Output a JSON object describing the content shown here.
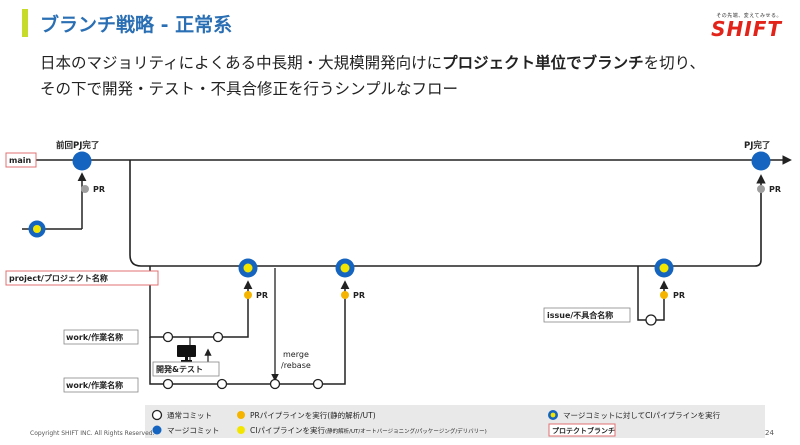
{
  "header": {
    "title": "ブランチ戦略 - 正常系",
    "logo_tagline": "その先端、変えてみせる。",
    "logo_text": "SHIFT"
  },
  "description": {
    "line1_pre": "日本のマジョリティによくある中長期・大規模開発向けに",
    "line1_bold": "プロジェクト単位でブランチ",
    "line1_post": "を切り、",
    "line2": "その下で開発・テスト・不具合修正を行うシンプルなフロー"
  },
  "diagram": {
    "labels": {
      "main": "main",
      "project": "project/プロジェクト名称",
      "work1": "work/作業名称",
      "work2": "work/作業名称",
      "issue": "issue/不具合名称",
      "prev_pj_done": "前回PJ完了",
      "pj_done": "PJ完了",
      "dev_test": "開発&テスト",
      "merge_rebase_1": "merge",
      "merge_rebase_2": "/rebase",
      "pr": "PR"
    }
  },
  "legend": {
    "normal_commit": "通常コミット",
    "merge_commit": "マージコミット",
    "pr_pipeline": "PRパイプラインを実行(静的解析/UT)",
    "ci_pipeline_main": "CIパイプラインを実行",
    "ci_pipeline_detail": "(静的解析/UT/オートバージョニング/パッケージング/デリバリー)",
    "merge_ci": "マージコミットに対してCIパイプラインを実行",
    "protected_branch": "プロテクトブランチ"
  },
  "footer": {
    "copyright": "Copyright SHIFT INC. All Rights Reserved.",
    "page": "24"
  },
  "colors": {
    "title": "#2a6fb4",
    "accent_bar": "#c7dc2a",
    "merge_blue": "#1565c0",
    "pr_orange": "#f5b400",
    "ci_yellow": "#f2e600",
    "protected_border": "#e07070",
    "logo_red": "#e2231a"
  }
}
